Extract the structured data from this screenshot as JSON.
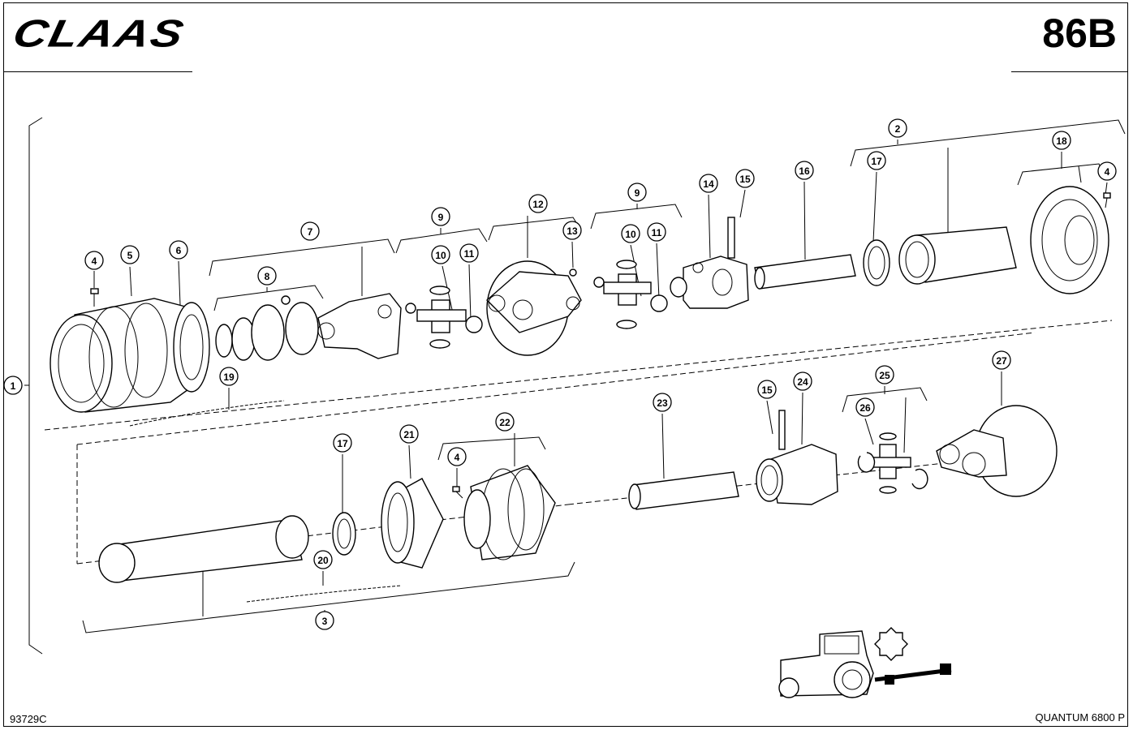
{
  "header": {
    "brand_logo_text": "CLAAS",
    "page_number": "86B"
  },
  "footer": {
    "diagram_code": "93729C",
    "model": "QUANTUM 6800 P"
  },
  "callouts": [
    {
      "label": "1"
    },
    {
      "label": "2"
    },
    {
      "label": "3"
    },
    {
      "label": "4"
    },
    {
      "label": "5"
    },
    {
      "label": "6"
    },
    {
      "label": "7"
    },
    {
      "label": "8"
    },
    {
      "label": "9"
    },
    {
      "label": "10"
    },
    {
      "label": "11"
    },
    {
      "label": "12"
    },
    {
      "label": "13"
    },
    {
      "label": "9"
    },
    {
      "label": "10"
    },
    {
      "label": "11"
    },
    {
      "label": "14"
    },
    {
      "label": "15"
    },
    {
      "label": "16"
    },
    {
      "label": "17"
    },
    {
      "label": "18"
    },
    {
      "label": "4"
    },
    {
      "label": "19"
    },
    {
      "label": "17"
    },
    {
      "label": "21"
    },
    {
      "label": "22"
    },
    {
      "label": "4"
    },
    {
      "label": "20"
    },
    {
      "label": "23"
    },
    {
      "label": "15"
    },
    {
      "label": "24"
    },
    {
      "label": "25"
    },
    {
      "label": "26"
    },
    {
      "label": "27"
    }
  ]
}
